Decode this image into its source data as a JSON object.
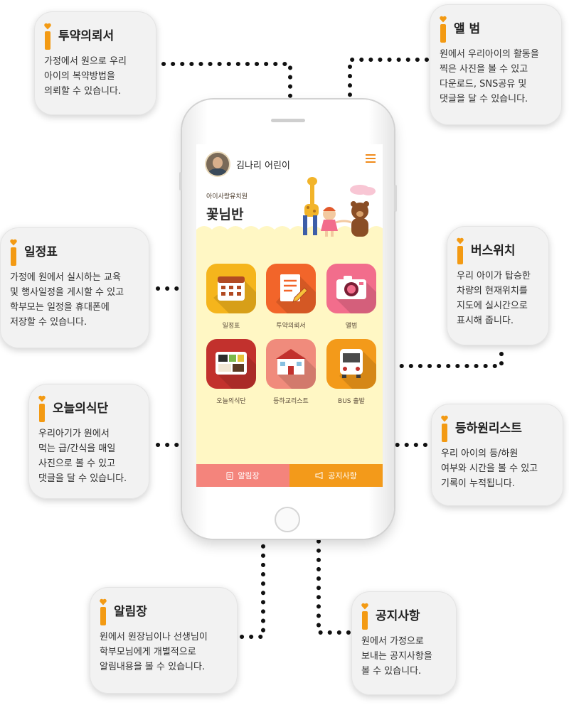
{
  "phone": {
    "child_name": "김나리 어린이",
    "school_name": "아이사랑유치원",
    "class_name": "꽃님반",
    "tiles": [
      {
        "label": "일정표",
        "icon": "calendar-icon",
        "color": "#f5b51c"
      },
      {
        "label": "투약의뢰서",
        "icon": "document-pen-icon",
        "color": "#f2652a"
      },
      {
        "label": "앨범",
        "icon": "camera-icon",
        "color": "#f26d8c"
      },
      {
        "label": "오늘의식단",
        "icon": "lunchbox-icon",
        "color": "#c2312d"
      },
      {
        "label": "등하교리스트",
        "icon": "school-icon",
        "color": "#f08b7c"
      },
      {
        "label": "BUS 출발",
        "icon": "bus-icon",
        "color": "#f39a1a"
      }
    ],
    "bottom_tabs": [
      {
        "label": "알림장",
        "icon": "note-icon",
        "color": "#f4847c"
      },
      {
        "label": "공지사항",
        "icon": "megaphone-icon",
        "color": "#f39a1a"
      }
    ]
  },
  "callouts": {
    "medication": {
      "title": "투약의뢰서",
      "text": "가정에서 원으로 우리\n아이의 복약방법을\n의뢰할 수 있습니다."
    },
    "album": {
      "title": "앨 범",
      "text": "원에서 우리아이의 활동을\n찍은 사진을 볼 수 있고\n다운로드, SNS공유 및\n댓글을 달 수 있습니다."
    },
    "schedule": {
      "title": "일정표",
      "text": "가정에 원에서 실시하는 교육\n 및 행사일정을 게시할  수 있고\n학부모는 일정을 휴대폰에\n저장할 수 있습니다."
    },
    "bus": {
      "title": "버스위치",
      "text": "우리 아이가 탑승한\n차량의 현재위치를\n지도에 실시간으로\n표시해 줍니다."
    },
    "meal": {
      "title": "오늘의식단",
      "text": "우리아기가 원에서\n먹는 급/간식을 매일\n사진으로 볼 수 있고\n댓글을 달 수 있습니다."
    },
    "attendance": {
      "title": "등하원리스트",
      "text": "우리 아이의 등/하원\n여부와 시간을 볼 수 있고\n기록이 누적됩니다."
    },
    "notice_board": {
      "title": "알림장",
      "text": "원에서 원장님이나 선생님이\n학부모님에게 개별적으로\n알림내용을 볼 수 있습니다."
    },
    "announcement": {
      "title": "공지사항",
      "text": "원에서 가정으로\n보내는 공지사항을\n볼 수 있습니다."
    }
  },
  "colors": {
    "accent": "#f39a13",
    "card_bg": "#f2f2f2",
    "screen_bg": "#fff7c4",
    "connector": "#111111"
  }
}
